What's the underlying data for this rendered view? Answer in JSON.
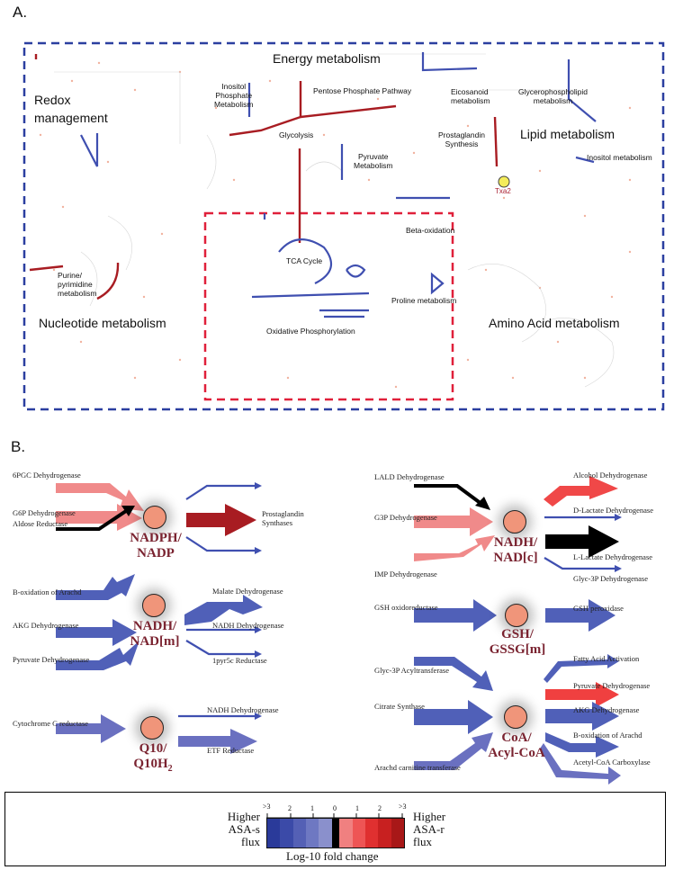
{
  "panel_a": {
    "label": "A.",
    "regions": {
      "energy": "Energy metabolism",
      "redox_line1": "Redox",
      "redox_line2": "management",
      "lipid": "Lipid metabolism",
      "nucleotide": "Nucleotide metabolism",
      "amino_acid": "Amino Acid metabolism"
    },
    "pathways": {
      "inositol_phosphate_1": "Inositol",
      "inositol_phosphate_2": "Phosphate",
      "inositol_phosphate_3": "Metabolism",
      "pentose": "Pentose Phosphate Pathway",
      "eicosanoid_1": "Eicosanoid",
      "eicosanoid_2": "metabolism",
      "glycerophospholipid_1": "Glycerophospholipid",
      "glycerophospholipid_2": "metabolism",
      "glycolysis": "Glycolysis",
      "pyruvate_1": "Pyruvate",
      "pyruvate_2": "Metabolism",
      "prostaglandin_1": "Prostaglandin",
      "prostaglandin_2": "Synthesis",
      "inositol_metabolism": "Inositol metabolism",
      "txa2": "Txa2",
      "beta_oxidation": "Beta-oxidation",
      "tca": "TCA Cycle",
      "purine_1": "Purine/",
      "purine_2": "pyrimidine",
      "purine_3": "metabolism",
      "proline": "Proline metabolism",
      "oxphos": "Oxidative Phosphorylation"
    }
  },
  "panel_b": {
    "label": "B.",
    "nodes": [
      {
        "name_line1": "NADPH/",
        "name_line2": "NADP",
        "inputs": [
          "6PGC Dehydrogenase",
          "G6P Dehydrogenase",
          "Aldose Reductase"
        ],
        "outputs": [
          "Prostaglandin",
          "Synthases"
        ]
      },
      {
        "name_line1": "NADH/",
        "name_line2": "NAD[m]",
        "inputs": [
          "B-oxidation of Arachd",
          "AKG Dehydrogenase",
          "Pyruvate Dehydrogenase"
        ],
        "outputs": [
          "Malate Dehydrogenase",
          "NADH Dehydrogenase",
          "1pyr5c Reductase"
        ]
      },
      {
        "name_line1": "Q10/",
        "name_line2": "Q10H",
        "name_sub": "2",
        "inputs": [
          "Cytochrome C reductase"
        ],
        "outputs": [
          "NADH Dehydrogenase",
          "ETF Reductase"
        ]
      },
      {
        "name_line1": "NADH/",
        "name_line2": "NAD[c]",
        "inputs": [
          "LALD Dehydrogenase",
          "G3P Dehydrogenase",
          "IMP Dehydrogenase"
        ],
        "outputs": [
          "Alcohol Dehydrogenase",
          "D-Lactate Dehydrogenase",
          "L-Lactate Dehydrogenase",
          "Glyc-3P Dehydrogenase"
        ]
      },
      {
        "name_line1": "GSH/",
        "name_line2": "GSSG[m]",
        "inputs": [
          "GSH oxidoreductase"
        ],
        "outputs": [
          "GSH peroxidase"
        ]
      },
      {
        "name_line1": "CoA/",
        "name_line2": "Acyl-CoA",
        "inputs": [
          "Glyc-3P Acyltransferase",
          "Citrate Synthase",
          "Arachd carnitine transferase"
        ],
        "outputs": [
          "Fatty Acid Activation",
          "Pyruvate Dehydrogenase",
          "AKG Dehydrogenase",
          "B-oxidation of Arachd",
          "Acetyl-CoA Carboxylase"
        ]
      }
    ]
  },
  "legend": {
    "left_1": "Higher",
    "left_2": "ASA-s",
    "left_3": "flux",
    "right_1": "Higher",
    "right_2": "ASA-r",
    "right_3": "flux",
    "caption": "Log-10 fold change",
    "ticks": [
      ">3",
      "2",
      "1",
      "0",
      "1",
      "2",
      ">3"
    ],
    "colors": [
      "#2a3a9a",
      "#3b4aa8",
      "#5460b5",
      "#6e78c2",
      "#8a90cc",
      "#000000",
      "#f08080",
      "#ee5555",
      "#e03030",
      "#c82020",
      "#a81818"
    ]
  },
  "colors": {
    "blue": "#3f4fb0",
    "light_blue": "#6a70c0",
    "pink": "#f08a8a",
    "red": "#f04848",
    "dark_red": "#a81c22",
    "black": "#000000",
    "node": "#f0957a",
    "node_text": "#7a2330",
    "dash_blue": "#2b3fa0",
    "dash_red": "#e0203a"
  }
}
